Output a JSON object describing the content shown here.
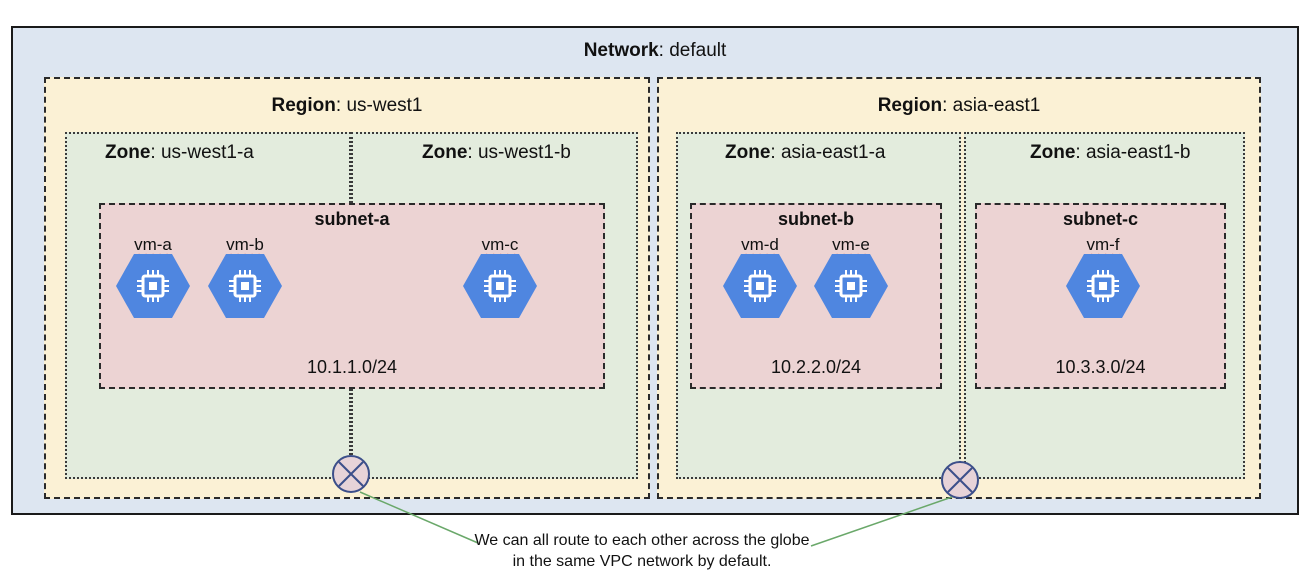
{
  "network": {
    "key": "Network",
    "value": ": default"
  },
  "regions": [
    {
      "key": "Region",
      "value": ": us-west1"
    },
    {
      "key": "Region",
      "value": ": asia-east1"
    }
  ],
  "zones": [
    {
      "key": "Zone",
      "value": ": us-west1-a"
    },
    {
      "key": "Zone",
      "value": ": us-west1-b"
    },
    {
      "key": "Zone",
      "value": ": asia-east1-a"
    },
    {
      "key": "Zone",
      "value": ": asia-east1-b"
    }
  ],
  "subnets": [
    {
      "name": "subnet-a",
      "cidr": "10.1.1.0/24"
    },
    {
      "name": "subnet-b",
      "cidr": "10.2.2.0/24"
    },
    {
      "name": "subnet-c",
      "cidr": "10.3.3.0/24"
    }
  ],
  "vms": [
    "vm-a",
    "vm-b",
    "vm-c",
    "vm-d",
    "vm-e",
    "vm-f"
  ],
  "caption": "We can all route to each other across the globe in the same VPC network by default.",
  "colors": {
    "network_fill": "#dde6f1",
    "region_fill": "#fbf1d5",
    "zone_fill": "#e3ecdd",
    "subnet_fill": "#ecd3d3",
    "vm_icon": "#4f86e0",
    "router_fill": "#e7d3d8",
    "router_stroke": "#3c4f8a",
    "connector": "#6aa86a"
  },
  "icons": {
    "vm": "compute-engine-icon",
    "router": "router-icon"
  }
}
